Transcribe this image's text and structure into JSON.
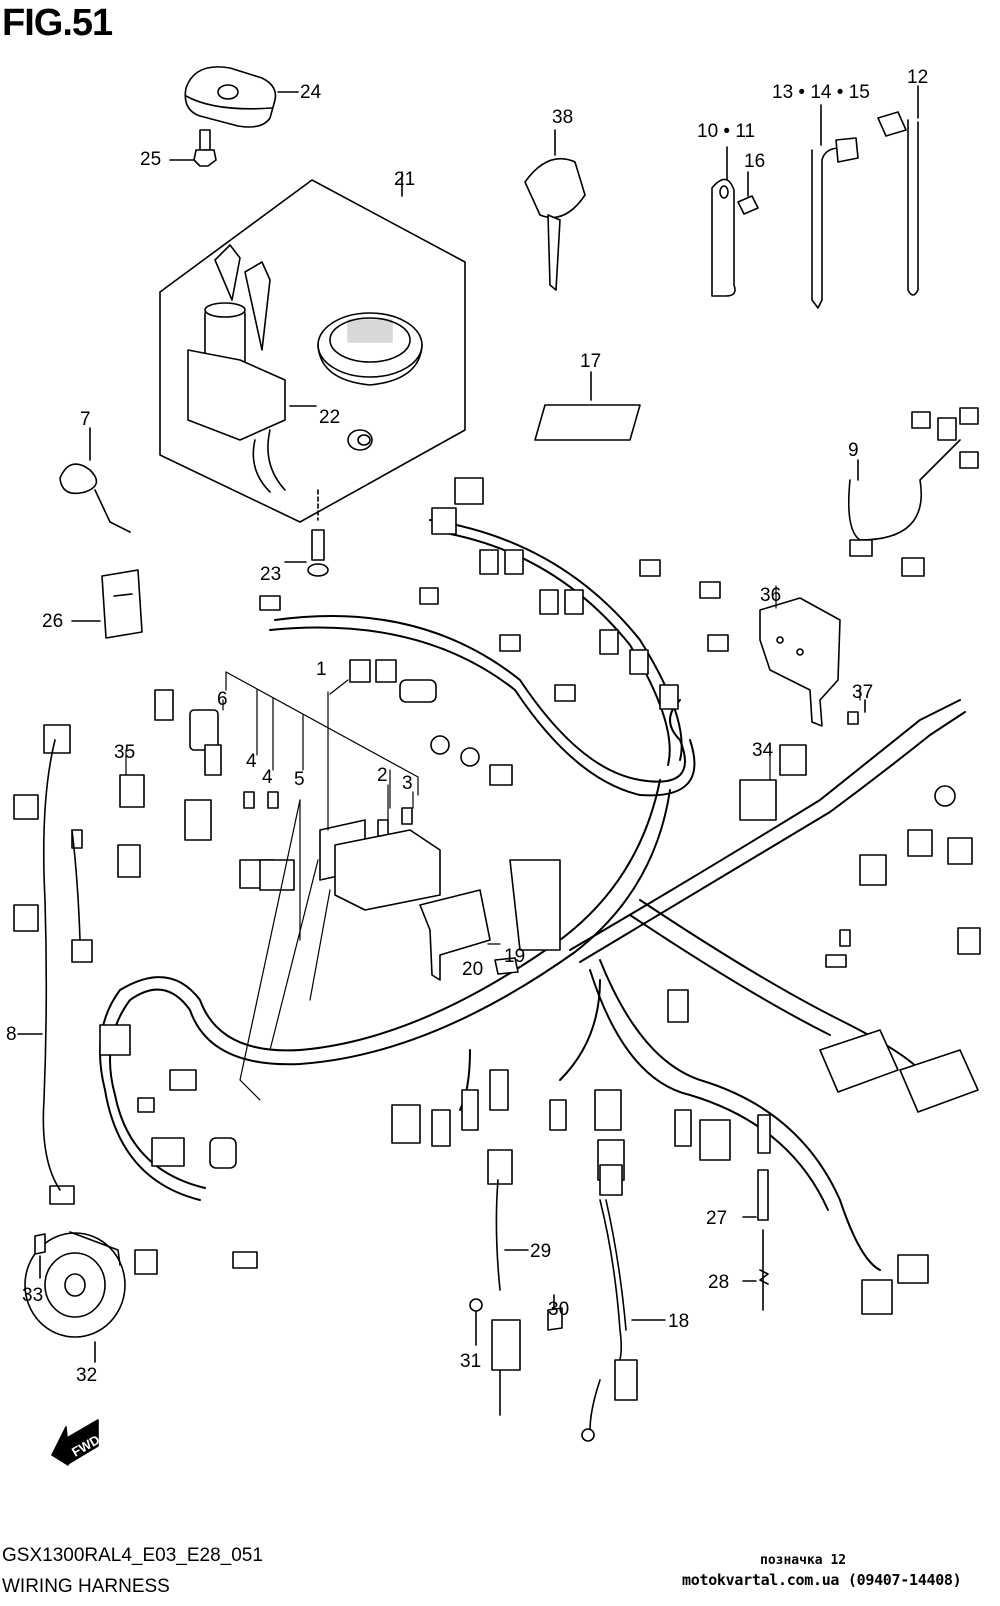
{
  "figure": {
    "title": "FIG.51",
    "model_code": "GSX1300RAL4_E03_E28_051",
    "name": "WIRING HARNESS",
    "direction_indicator": "FWD"
  },
  "callouts": [
    {
      "id": "c1",
      "label": "1"
    },
    {
      "id": "c2",
      "label": "2"
    },
    {
      "id": "c3",
      "label": "3"
    },
    {
      "id": "c4a",
      "label": "4"
    },
    {
      "id": "c4b",
      "label": "4"
    },
    {
      "id": "c5",
      "label": "5"
    },
    {
      "id": "c6",
      "label": "6"
    },
    {
      "id": "c7",
      "label": "7"
    },
    {
      "id": "c8",
      "label": "8"
    },
    {
      "id": "c9",
      "label": "9"
    },
    {
      "id": "c10",
      "label": "10 • 11"
    },
    {
      "id": "c12",
      "label": "12"
    },
    {
      "id": "c13",
      "label": "13 • 14 • 15"
    },
    {
      "id": "c16",
      "label": "16"
    },
    {
      "id": "c17",
      "label": "17"
    },
    {
      "id": "c18",
      "label": "18"
    },
    {
      "id": "c19",
      "label": "19"
    },
    {
      "id": "c20",
      "label": "20"
    },
    {
      "id": "c21",
      "label": "21"
    },
    {
      "id": "c22",
      "label": "22"
    },
    {
      "id": "c23",
      "label": "23"
    },
    {
      "id": "c24",
      "label": "24"
    },
    {
      "id": "c25",
      "label": "25"
    },
    {
      "id": "c26",
      "label": "26"
    },
    {
      "id": "c27",
      "label": "27"
    },
    {
      "id": "c28",
      "label": "28"
    },
    {
      "id": "c29",
      "label": "29"
    },
    {
      "id": "c30",
      "label": "30"
    },
    {
      "id": "c31",
      "label": "31"
    },
    {
      "id": "c32",
      "label": "32"
    },
    {
      "id": "c33",
      "label": "33"
    },
    {
      "id": "c34",
      "label": "34"
    },
    {
      "id": "c35",
      "label": "35"
    },
    {
      "id": "c36",
      "label": "36"
    },
    {
      "id": "c37",
      "label": "37"
    },
    {
      "id": "c38",
      "label": "38"
    }
  ],
  "watermark": {
    "line1": "позначка 12",
    "line2": "motokvartal.com.ua (09407-14408)"
  }
}
